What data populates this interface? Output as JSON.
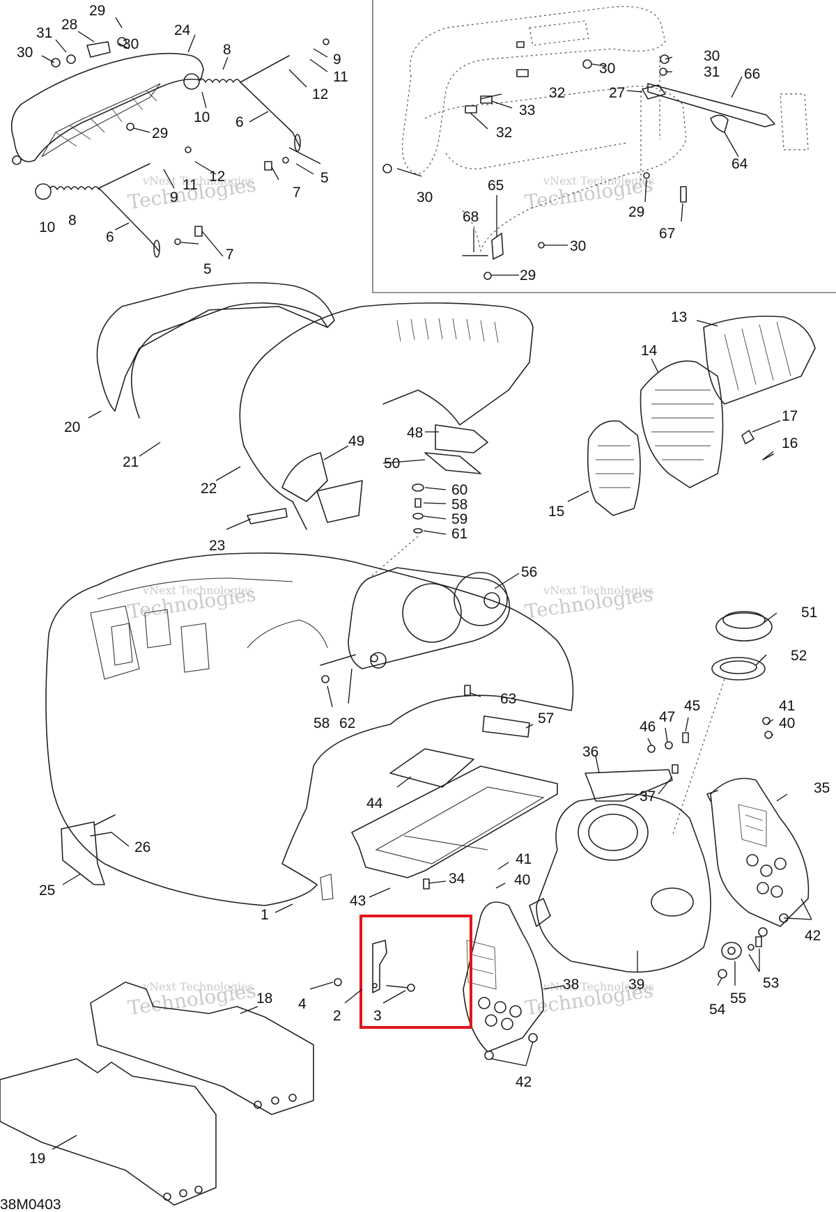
{
  "diagram": {
    "drawing_code": "38M0403",
    "watermark_lines": [
      "vNext Technologies",
      "Technologies"
    ],
    "highlight_color": "#e3141b"
  },
  "callouts": [
    {
      "id": "c29a",
      "text": "29"
    },
    {
      "id": "c28a",
      "text": "28"
    },
    {
      "id": "c31a",
      "text": "31"
    },
    {
      "id": "c30a",
      "text": "30"
    },
    {
      "id": "c30b",
      "text": "30"
    },
    {
      "id": "c24",
      "text": "24"
    },
    {
      "id": "c8a",
      "text": "8"
    },
    {
      "id": "c9a",
      "text": "9"
    },
    {
      "id": "c11a",
      "text": "11"
    },
    {
      "id": "c12a",
      "text": "12"
    },
    {
      "id": "c10a",
      "text": "10"
    },
    {
      "id": "c6a",
      "text": "6"
    },
    {
      "id": "c29b",
      "text": "29"
    },
    {
      "id": "c12b",
      "text": "12"
    },
    {
      "id": "c11b",
      "text": "11"
    },
    {
      "id": "c9b",
      "text": "9"
    },
    {
      "id": "c5a",
      "text": "5"
    },
    {
      "id": "c7a",
      "text": "7"
    },
    {
      "id": "c10b",
      "text": "10"
    },
    {
      "id": "c8b",
      "text": "8"
    },
    {
      "id": "c6b",
      "text": "6"
    },
    {
      "id": "c7b",
      "text": "7"
    },
    {
      "id": "c5b",
      "text": "5"
    },
    {
      "id": "c30c",
      "text": "30"
    },
    {
      "id": "c30d",
      "text": "30"
    },
    {
      "id": "c31b",
      "text": "31"
    },
    {
      "id": "c66",
      "text": "66"
    },
    {
      "id": "c32a",
      "text": "32"
    },
    {
      "id": "c27",
      "text": "27"
    },
    {
      "id": "c33",
      "text": "33"
    },
    {
      "id": "c32b",
      "text": "32"
    },
    {
      "id": "c64",
      "text": "64"
    },
    {
      "id": "c30e",
      "text": "30"
    },
    {
      "id": "c65",
      "text": "65"
    },
    {
      "id": "c29c",
      "text": "29"
    },
    {
      "id": "c67",
      "text": "67"
    },
    {
      "id": "c68",
      "text": "68"
    },
    {
      "id": "c30f",
      "text": "30"
    },
    {
      "id": "c29d",
      "text": "29"
    },
    {
      "id": "c13",
      "text": "13"
    },
    {
      "id": "c14",
      "text": "14"
    },
    {
      "id": "c17",
      "text": "17"
    },
    {
      "id": "c16",
      "text": "16"
    },
    {
      "id": "c15",
      "text": "15"
    },
    {
      "id": "c20",
      "text": "20"
    },
    {
      "id": "c21",
      "text": "21"
    },
    {
      "id": "c48",
      "text": "48"
    },
    {
      "id": "c49",
      "text": "49"
    },
    {
      "id": "c50",
      "text": "50"
    },
    {
      "id": "c22",
      "text": "22"
    },
    {
      "id": "c60",
      "text": "60"
    },
    {
      "id": "c58a",
      "text": "58"
    },
    {
      "id": "c59",
      "text": "59"
    },
    {
      "id": "c61",
      "text": "61"
    },
    {
      "id": "c23",
      "text": "23"
    },
    {
      "id": "c56",
      "text": "56"
    },
    {
      "id": "c51",
      "text": "51"
    },
    {
      "id": "c52",
      "text": "52"
    },
    {
      "id": "c63",
      "text": "63"
    },
    {
      "id": "c58b",
      "text": "58"
    },
    {
      "id": "c62",
      "text": "62"
    },
    {
      "id": "c57",
      "text": "57"
    },
    {
      "id": "c47",
      "text": "47"
    },
    {
      "id": "c45",
      "text": "45"
    },
    {
      "id": "c41a",
      "text": "41"
    },
    {
      "id": "c40a",
      "text": "40"
    },
    {
      "id": "c46",
      "text": "46"
    },
    {
      "id": "c36",
      "text": "36"
    },
    {
      "id": "c44",
      "text": "44"
    },
    {
      "id": "c37",
      "text": "37"
    },
    {
      "id": "c35",
      "text": "35"
    },
    {
      "id": "c26",
      "text": "26"
    },
    {
      "id": "c25",
      "text": "25"
    },
    {
      "id": "c41b",
      "text": "41"
    },
    {
      "id": "c34",
      "text": "34"
    },
    {
      "id": "c40b",
      "text": "40"
    },
    {
      "id": "c43",
      "text": "43"
    },
    {
      "id": "c1",
      "text": "1"
    },
    {
      "id": "c42a",
      "text": "42"
    },
    {
      "id": "c53",
      "text": "53"
    },
    {
      "id": "c39",
      "text": "39"
    },
    {
      "id": "c4",
      "text": "4"
    },
    {
      "id": "c2",
      "text": "2"
    },
    {
      "id": "c3",
      "text": "3"
    },
    {
      "id": "c38",
      "text": "38"
    },
    {
      "id": "c18",
      "text": "18"
    },
    {
      "id": "c54",
      "text": "54"
    },
    {
      "id": "c55",
      "text": "55"
    },
    {
      "id": "c42b",
      "text": "42"
    },
    {
      "id": "c19",
      "text": "19"
    }
  ]
}
